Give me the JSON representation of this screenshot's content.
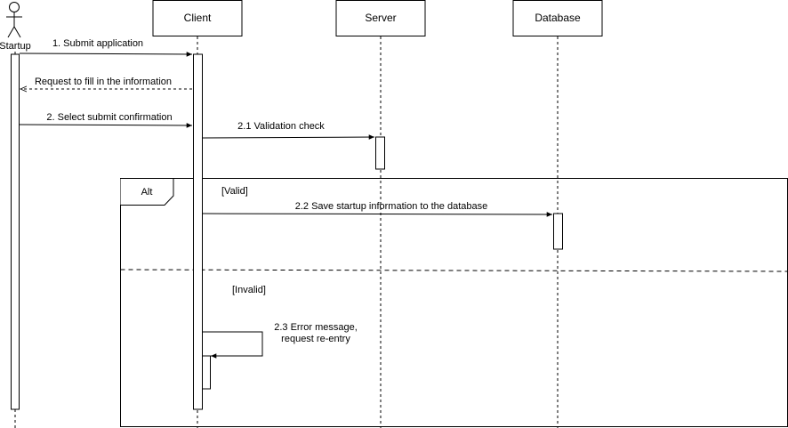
{
  "participants": {
    "actor": "Startup",
    "client": "Client",
    "server": "Server",
    "database": "Database"
  },
  "messages": {
    "m1": "1. Submit application",
    "m1_reply": "Request to fill in the information",
    "m2": "2. Select submit confirmation",
    "m21": "2.1 Validation check",
    "m22": "2.2 Save startup information to the database",
    "m23_line1": "2.3 Error message,",
    "m23_line2": "request re-entry"
  },
  "fragment": {
    "operator": "Alt",
    "guard_valid": "[Valid]",
    "guard_invalid": "[Invalid]"
  },
  "colors": {
    "line": "#000000",
    "background": "#ffffff"
  }
}
